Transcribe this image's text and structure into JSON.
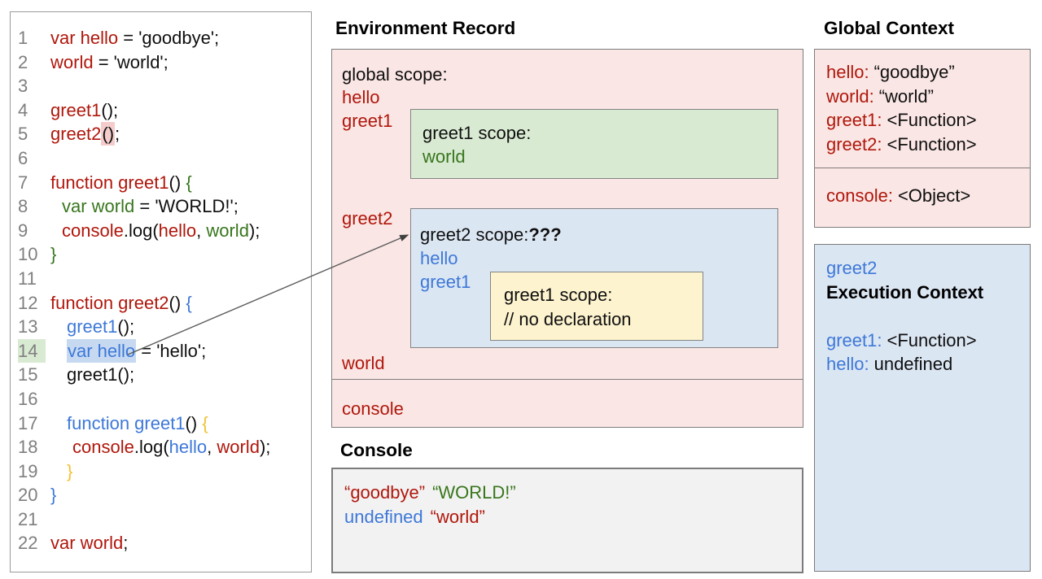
{
  "colors": {
    "code_red": "#b0170c",
    "code_green": "#38761d",
    "code_blue": "#3d78d8",
    "code_yellow": "#f1c232",
    "line_number_gray": "#7f7f7f",
    "pink_box_bg": "#fae6e4",
    "green_box_bg": "#d9ead3",
    "blue_box_bg": "#dbe6f3",
    "yellow_box_bg": "#fdf3cf",
    "console_bg": "#f2f2f2",
    "highlight_blue": "#c6d9f1",
    "highlight_pink": "#f4cccc",
    "highlight_green": "#d9ead3"
  },
  "code_panel": {
    "lines": [
      {
        "n": "1",
        "indent": 0,
        "segments": [
          {
            "t": "var hello",
            "c": "red"
          },
          {
            "t": " = 'goodbye';",
            "c": "black"
          }
        ]
      },
      {
        "n": "2",
        "indent": 0,
        "segments": [
          {
            "t": "world",
            "c": "red"
          },
          {
            "t": " = 'world';",
            "c": "black"
          }
        ]
      },
      {
        "n": "3",
        "indent": 0,
        "segments": []
      },
      {
        "n": "4",
        "indent": 0,
        "segments": [
          {
            "t": "greet1",
            "c": "red"
          },
          {
            "t": "();",
            "c": "black"
          }
        ]
      },
      {
        "n": "5",
        "indent": 0,
        "segments": [
          {
            "t": "greet2",
            "c": "red"
          },
          {
            "t": "()",
            "c": "black",
            "hl": "pink"
          },
          {
            "t": ";",
            "c": "black"
          }
        ]
      },
      {
        "n": "6",
        "indent": 0,
        "segments": []
      },
      {
        "n": "7",
        "indent": 0,
        "segments": [
          {
            "t": "function greet1",
            "c": "red"
          },
          {
            "t": "() ",
            "c": "black"
          },
          {
            "t": "{",
            "c": "green"
          }
        ]
      },
      {
        "n": "8",
        "indent": 1,
        "segments": [
          {
            "t": "var world",
            "c": "green"
          },
          {
            "t": " = 'WORLD!';",
            "c": "black"
          }
        ]
      },
      {
        "n": "9",
        "indent": 1,
        "segments": [
          {
            "t": "console",
            "c": "red"
          },
          {
            "t": ".log(",
            "c": "black"
          },
          {
            "t": "hello",
            "c": "red"
          },
          {
            "t": ", ",
            "c": "black"
          },
          {
            "t": "world",
            "c": "green"
          },
          {
            "t": ");",
            "c": "black"
          }
        ]
      },
      {
        "n": "10",
        "indent": 0,
        "segments": [
          {
            "t": "}",
            "c": "green"
          }
        ]
      },
      {
        "n": "11",
        "indent": 0,
        "segments": []
      },
      {
        "n": "12",
        "indent": 0,
        "segments": [
          {
            "t": "function greet2",
            "c": "red"
          },
          {
            "t": "() ",
            "c": "black"
          },
          {
            "t": "{",
            "c": "blue"
          }
        ]
      },
      {
        "n": "13",
        "indent": 2,
        "segments": [
          {
            "t": "greet1",
            "c": "blue"
          },
          {
            "t": "();",
            "c": "black"
          }
        ]
      },
      {
        "n": "14",
        "indent": 2,
        "num_highlight": true,
        "segments": [
          {
            "t": "var hello",
            "c": "blue",
            "hl": "blue"
          },
          {
            "t": " = 'hello';",
            "c": "black"
          }
        ]
      },
      {
        "n": "15",
        "indent": 2,
        "segments": [
          {
            "t": "greet1();",
            "c": "black"
          }
        ]
      },
      {
        "n": "16",
        "indent": 0,
        "segments": []
      },
      {
        "n": "17",
        "indent": 2,
        "segments": [
          {
            "t": "function greet1",
            "c": "blue"
          },
          {
            "t": "() ",
            "c": "black"
          },
          {
            "t": "{",
            "c": "yellow"
          }
        ]
      },
      {
        "n": "18",
        "indent": 3,
        "segments": [
          {
            "t": "console",
            "c": "red"
          },
          {
            "t": ".log(",
            "c": "black"
          },
          {
            "t": "hello",
            "c": "blue"
          },
          {
            "t": ", ",
            "c": "black"
          },
          {
            "t": "world",
            "c": "red"
          },
          {
            "t": ");",
            "c": "black"
          }
        ]
      },
      {
        "n": "19",
        "indent": 2,
        "segments": [
          {
            "t": "}",
            "c": "yellow"
          }
        ]
      },
      {
        "n": "20",
        "indent": 0,
        "segments": [
          {
            "t": "}",
            "c": "blue"
          }
        ]
      },
      {
        "n": "21",
        "indent": 0,
        "segments": []
      },
      {
        "n": "22",
        "indent": 0,
        "segments": [
          {
            "t": "var world",
            "c": "red"
          },
          {
            "t": ";",
            "c": "black"
          }
        ]
      }
    ]
  },
  "environment_record": {
    "title": "Environment Record",
    "labels": {
      "global_scope": "global scope:",
      "hello": "hello",
      "greet1": "greet1",
      "greet2": "greet2",
      "world": "world",
      "console": "console"
    },
    "greet1_scope": {
      "title": "greet1 scope:",
      "var1": "world"
    },
    "greet2_scope": {
      "title": "greet2 scope:",
      "question": "???",
      "vars": [
        "hello",
        "greet1"
      ],
      "inner_greet1_scope": {
        "title": "greet1 scope:",
        "comment": "// no declaration"
      }
    }
  },
  "console_panel": {
    "title": "Console",
    "lines": [
      [
        {
          "t": "“goodbye”",
          "c": "red"
        },
        {
          "t": "“WORLD!”",
          "c": "green"
        }
      ],
      [
        {
          "t": "undefined",
          "c": "blue"
        },
        {
          "t": "“world”",
          "c": "red"
        }
      ]
    ]
  },
  "global_context": {
    "title": "Global Context",
    "rows": [
      {
        "key": "hello:",
        "value": "“goodbye”"
      },
      {
        "key": "world:",
        "value": "“world”"
      },
      {
        "key": "greet1:",
        "value": "<Function>"
      },
      {
        "key": "greet2:",
        "value": "<Function>"
      }
    ],
    "console_row": {
      "key": "console:",
      "value": "<Object>"
    }
  },
  "execution_context": {
    "function_name": "greet2",
    "title": "Execution Context",
    "rows": [
      {
        "key": "greet1:",
        "value": "<Function>"
      },
      {
        "key": "hello:",
        "value": "undefined"
      }
    ]
  },
  "arrow": {
    "from": "code line 14 'var hello'",
    "to": "greet2 scope box"
  }
}
